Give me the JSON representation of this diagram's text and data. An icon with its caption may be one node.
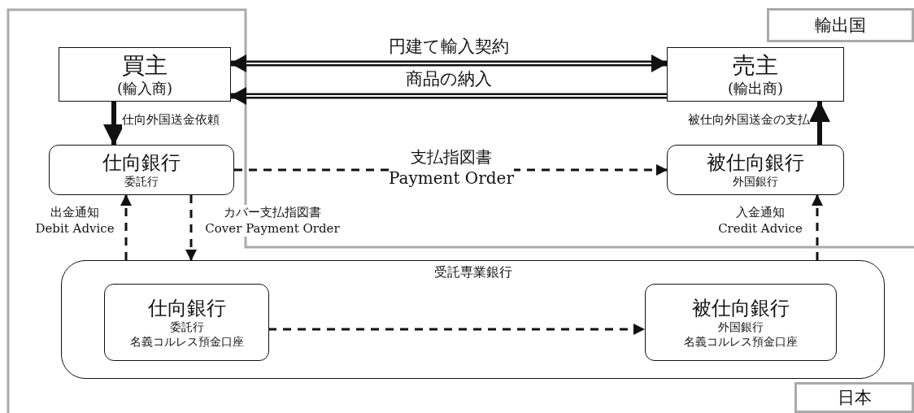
{
  "diagram": {
    "nodes": [
      {
        "text": [
          "日本"
        ]
      },
      {
        "text": [
          "輸出国"
        ]
      },
      {
        "text": [
          "買主",
          "(輸入商)"
        ]
      },
      {
        "text": [
          "売主",
          "(輸出商)"
        ]
      },
      {
        "text": [
          "仕向銀行",
          "委託行"
        ]
      },
      {
        "text": [
          "被仕向銀行",
          "外国銀行"
        ]
      },
      {
        "text": [
          "受託専業銀行"
        ]
      },
      {
        "text": [
          "仕向銀行",
          "委託行",
          "名義コルレス預金口座"
        ],
        "in": 6
      },
      {
        "text": [
          "被仕向銀行",
          "外国銀行",
          "名義コルレス預金口座"
        ],
        "in": 6
      }
    ],
    "edges": [
      {
        "from": 2,
        "to": 3,
        "arrow": "both",
        "style": "thick",
        "label": "円建て輸入契約"
      },
      {
        "from": 3,
        "to": 2,
        "arrow": "to",
        "style": "thick",
        "label": "商品の納入"
      },
      {
        "from": 2,
        "to": 4,
        "arrow": "to",
        "style": "thick",
        "label": "仕向外国送金依頼"
      },
      {
        "from": 5,
        "to": 3,
        "arrow": "to",
        "style": "thick",
        "label": "被仕向外国送金の支払"
      },
      {
        "from": 4,
        "to": 5,
        "arrow": "to",
        "style": "dashed",
        "label": "支払指図書 Payment Order"
      },
      {
        "from": 4,
        "to": 6,
        "arrow": "to",
        "style": "dashed",
        "label": "カバー支払指図書 Cover Payment Order"
      },
      {
        "from": 6,
        "to": 4,
        "arrow": "to",
        "style": "dashed",
        "label": "出金通知 Debit Advice"
      },
      {
        "from": 6,
        "to": 5,
        "arrow": "to",
        "style": "dashed",
        "label": "入金通知 Credit Advice"
      },
      {
        "from": 7,
        "to": 8,
        "arrow": "to",
        "style": "dashed"
      }
    ]
  }
}
